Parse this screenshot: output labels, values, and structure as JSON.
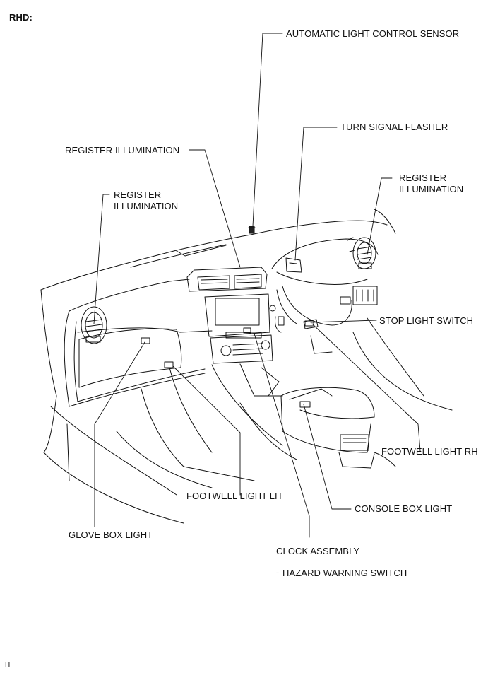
{
  "header": {
    "variant": "RHD:"
  },
  "labels": {
    "automatic_light_control_sensor": "AUTOMATIC LIGHT CONTROL SENSOR",
    "turn_signal_flasher": "TURN SIGNAL FLASHER",
    "register_illumination_center": "REGISTER ILLUMINATION",
    "register_illumination_right_line1": "REGISTER",
    "register_illumination_right_line2": "ILLUMINATION",
    "register_illumination_left_line1": "REGISTER",
    "register_illumination_left_line2": "ILLUMINATION",
    "stop_light_switch": "STOP LIGHT SWITCH",
    "footwell_light_rh": "FOOTWELL LIGHT  RH",
    "footwell_light_lh": "FOOTWELL LIGHT  LH",
    "console_box_light": "CONSOLE BOX LIGHT",
    "glove_box_light": "GLOVE BOX LIGHT",
    "clock_assembly": "CLOCK ASSEMBLY",
    "hazard_warning_switch": "HAZARD WARNING SWITCH"
  },
  "footer": {
    "code": "H"
  }
}
